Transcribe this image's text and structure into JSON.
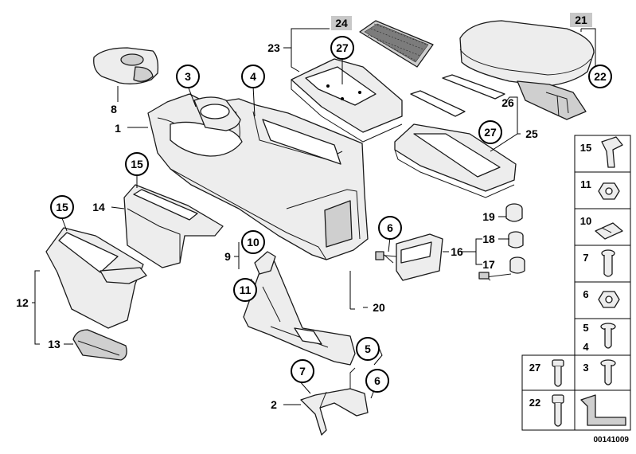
{
  "diagram_id": "00141009",
  "circled_callouts": {
    "c3": "3",
    "c4": "4",
    "c27a": "27",
    "c15a": "15",
    "c15b": "15",
    "c6a": "6",
    "c10": "10",
    "c11": "11",
    "c7": "7",
    "c5": "5",
    "c6b": "6",
    "c27b": "27",
    "c22": "22"
  },
  "plain_labels": {
    "l8": "8",
    "l1": "1",
    "l23": "23",
    "l24": "24",
    "l21": "21",
    "l26": "26",
    "l25": "25",
    "l14": "14",
    "l12": "12",
    "l13": "13",
    "l9": "9",
    "l20": "20",
    "l2": "2",
    "l16": "16",
    "l19": "19",
    "l18": "18",
    "l17": "17"
  },
  "hardware_panel": {
    "cells": [
      "15",
      "11",
      "10",
      "7",
      "6",
      "5",
      "4",
      "3",
      "27",
      "22"
    ]
  }
}
